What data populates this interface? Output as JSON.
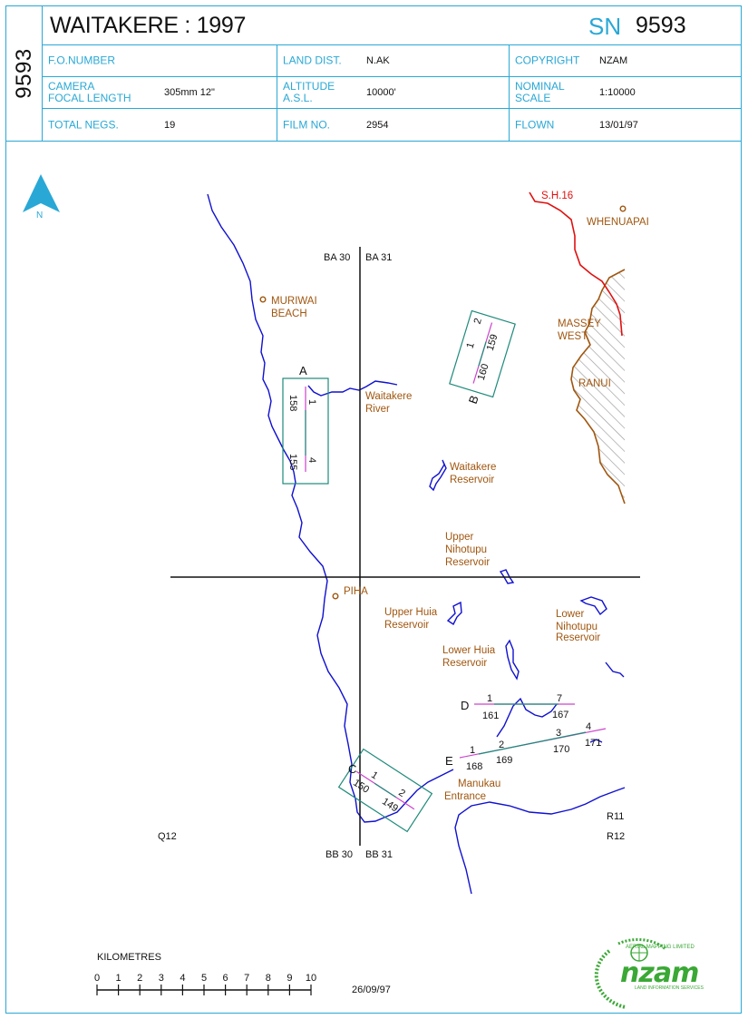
{
  "side_number": "9593",
  "title": "WAITAKERE : 1997",
  "sn_label": "SN",
  "sn_value": "9593",
  "info": {
    "row1": [
      {
        "label": "F.O.NUMBER",
        "value": ""
      },
      {
        "label": "LAND DIST.",
        "value": "N.AK"
      },
      {
        "label": "COPYRIGHT",
        "value": "NZAM"
      }
    ],
    "row2": [
      {
        "label": "CAMERA\nFOCAL LENGTH",
        "value": "305mm  12\""
      },
      {
        "label": "ALTITUDE\nA.S.L.",
        "value": "10000'"
      },
      {
        "label": "NOMINAL\nSCALE",
        "value": "1:10000"
      }
    ],
    "row3": [
      {
        "label": "TOTAL NEGS.",
        "value": "19"
      },
      {
        "label": "FILM NO.",
        "value": "2954"
      },
      {
        "label": "FLOWN",
        "value": "13/01/97"
      }
    ]
  },
  "map": {
    "north_label": "N",
    "grid_labels": {
      "top_left": "BA 30",
      "top_right": "BA 31",
      "bottom_left": "BB 30",
      "bottom_right": "BB 31",
      "q12": "Q12",
      "r11": "R11",
      "r12": "R12"
    },
    "places": {
      "sh16": "S.H.16",
      "whenuapai": "WHENUAPAI",
      "muriwai_1": "MURIWAI",
      "muriwai_2": "BEACH",
      "massey_1": "MASSEY",
      "massey_2": "WEST",
      "ranui": "RANUI",
      "waitakere_river_1": "Waitakere",
      "waitakere_river_2": "River",
      "waitakere_res_1": "Waitakere",
      "waitakere_res_2": "Reservoir",
      "upper_nihotupu_1": "Upper",
      "upper_nihotupu_2": "Nihotupu",
      "upper_nihotupu_3": "Reservoir",
      "piha": "PIHA",
      "upper_huia_1": "Upper Huia",
      "upper_huia_2": "Reservoir",
      "lower_nihotupu_1": "Lower",
      "lower_nihotupu_2": "Nihotupu",
      "lower_nihotupu_3": "Reservoir",
      "lower_huia_1": "Lower Huia",
      "lower_huia_2": "Reservoir",
      "manukau_1": "Manukau",
      "manukau_2": "Entrance"
    },
    "runs": {
      "A": {
        "label": "A",
        "start_photo": "1",
        "end_photo": "4",
        "start_neg": "158",
        "end_neg": "155"
      },
      "B": {
        "label": "B",
        "start_photo": "1",
        "end_photo": "2",
        "start_neg": "160",
        "end_neg": "159"
      },
      "C": {
        "label": "C",
        "start_photo": "1",
        "end_photo": "2",
        "start_neg": "150",
        "end_neg": "149"
      },
      "D": {
        "label": "D",
        "start_photo": "1",
        "end_photo": "7",
        "start_neg": "161",
        "end_neg": "167"
      },
      "E": {
        "label": "E",
        "photos": [
          "1",
          "2",
          "3",
          "4"
        ],
        "negs": [
          "168",
          "169",
          "170",
          "171"
        ]
      }
    },
    "scale": {
      "title": "KILOMETRES",
      "ticks": [
        "0",
        "1",
        "2",
        "3",
        "4",
        "5",
        "6",
        "7",
        "8",
        "9",
        "10"
      ]
    },
    "date": "26/09/97",
    "logo": {
      "name": "nzam",
      "tagline": "LAND INFORMATION SERVICES",
      "ring_text": "AERIAL MAPPING LIMITED"
    },
    "colors": {
      "frame": "#29a8d6",
      "water": "#1010d0",
      "place": "#a0560f",
      "road": "#e01010",
      "flight_line": "#cc44cc",
      "photo_frame": "#1d8a7a",
      "logo": "#3aa835"
    }
  }
}
